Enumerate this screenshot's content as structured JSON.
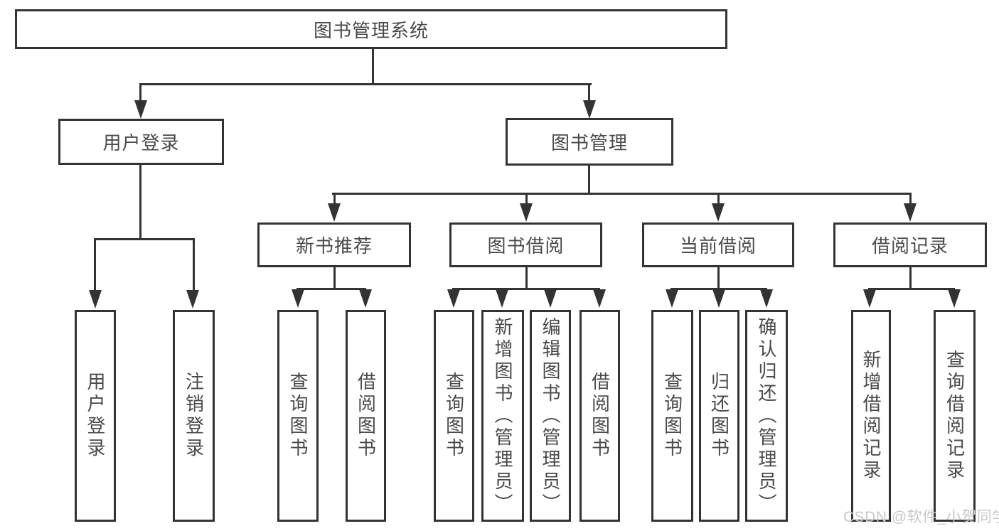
{
  "diagram": {
    "type": "tree-diagram",
    "root": {
      "label": "图书管理系统",
      "children": [
        {
          "label": "用户登录",
          "children": [
            {
              "label": "用户登录"
            },
            {
              "label": "注销登录"
            }
          ]
        },
        {
          "label": "图书管理",
          "children": [
            {
              "label": "新书推荐",
              "children": [
                {
                  "label": "查询图书"
                },
                {
                  "label": "借阅图书"
                }
              ]
            },
            {
              "label": "图书借阅",
              "children": [
                {
                  "label": "查询图书"
                },
                {
                  "label": "新增图书（管理员）"
                },
                {
                  "label": "编辑图书（管理员）"
                },
                {
                  "label": "借阅图书"
                }
              ]
            },
            {
              "label": "当前借阅",
              "children": [
                {
                  "label": "查询图书"
                },
                {
                  "label": "归还图书"
                },
                {
                  "label": "确认归还（管理员）"
                }
              ]
            },
            {
              "label": "借阅记录",
              "children": [
                {
                  "label": "新增借阅记录"
                },
                {
                  "label": "查询借阅记录"
                }
              ]
            }
          ]
        }
      ]
    },
    "watermark": "CSDN @软件_小贺同学",
    "colors": {
      "line": "#333333",
      "text": "#4a4a4a",
      "background": "#ffffff",
      "watermark": "#c8c8c8"
    }
  }
}
